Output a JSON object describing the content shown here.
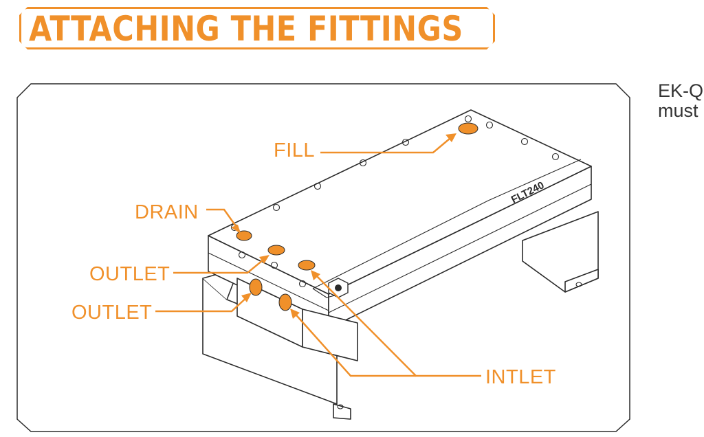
{
  "header": {
    "title": "ATTACHING THE FITTINGS"
  },
  "side_text": {
    "line1": "EK-Q",
    "line2": "must"
  },
  "diagram": {
    "device_label": "FLT240",
    "labels": {
      "fill": "FILL",
      "drain": "DRAIN",
      "outlet_top": "OUTLET",
      "outlet_bottom": "OUTLET",
      "inlet": "INTLET"
    },
    "colors": {
      "accent": "#f0902a",
      "line": "#2b2b2b"
    }
  }
}
